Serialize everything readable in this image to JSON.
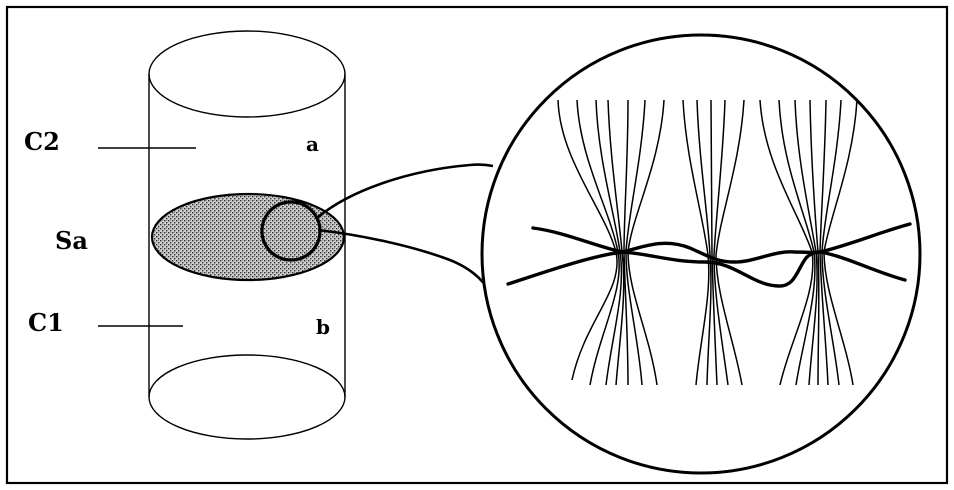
{
  "labels": {
    "c2": "C2",
    "sa": "Sa",
    "c1": "C1",
    "a": "a",
    "b": "b"
  },
  "colors": {
    "stroke": "#000000",
    "background": "#ffffff",
    "interface_fill": "#9a9a9a"
  }
}
